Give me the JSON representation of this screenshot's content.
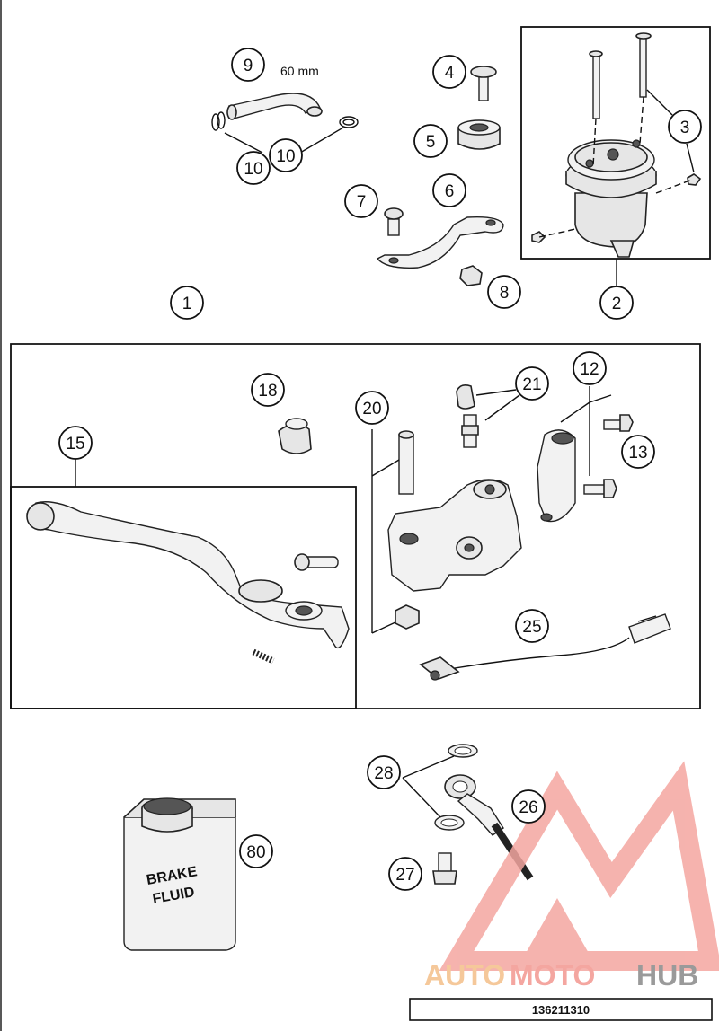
{
  "diagram": {
    "callouts": [
      "1",
      "2",
      "3",
      "4",
      "5",
      "6",
      "7",
      "8",
      "9",
      "10",
      "10",
      "12",
      "13",
      "15",
      "18",
      "20",
      "21",
      "25",
      "26",
      "27",
      "28",
      "80"
    ],
    "dimension_label": "60 mm",
    "can_label_line1": "BRAKE",
    "can_label_line2": "FLUID",
    "drawing_code": "136211310",
    "watermark": {
      "part1": "AUTO",
      "part2": "MOTO",
      "part3": "HUB",
      "colors": {
        "primary": "#f4a6a0",
        "secondary": "#f5c89a",
        "tertiary": "#9a9a9a"
      },
      "logo_icon": "triangle-logo-icon"
    }
  }
}
